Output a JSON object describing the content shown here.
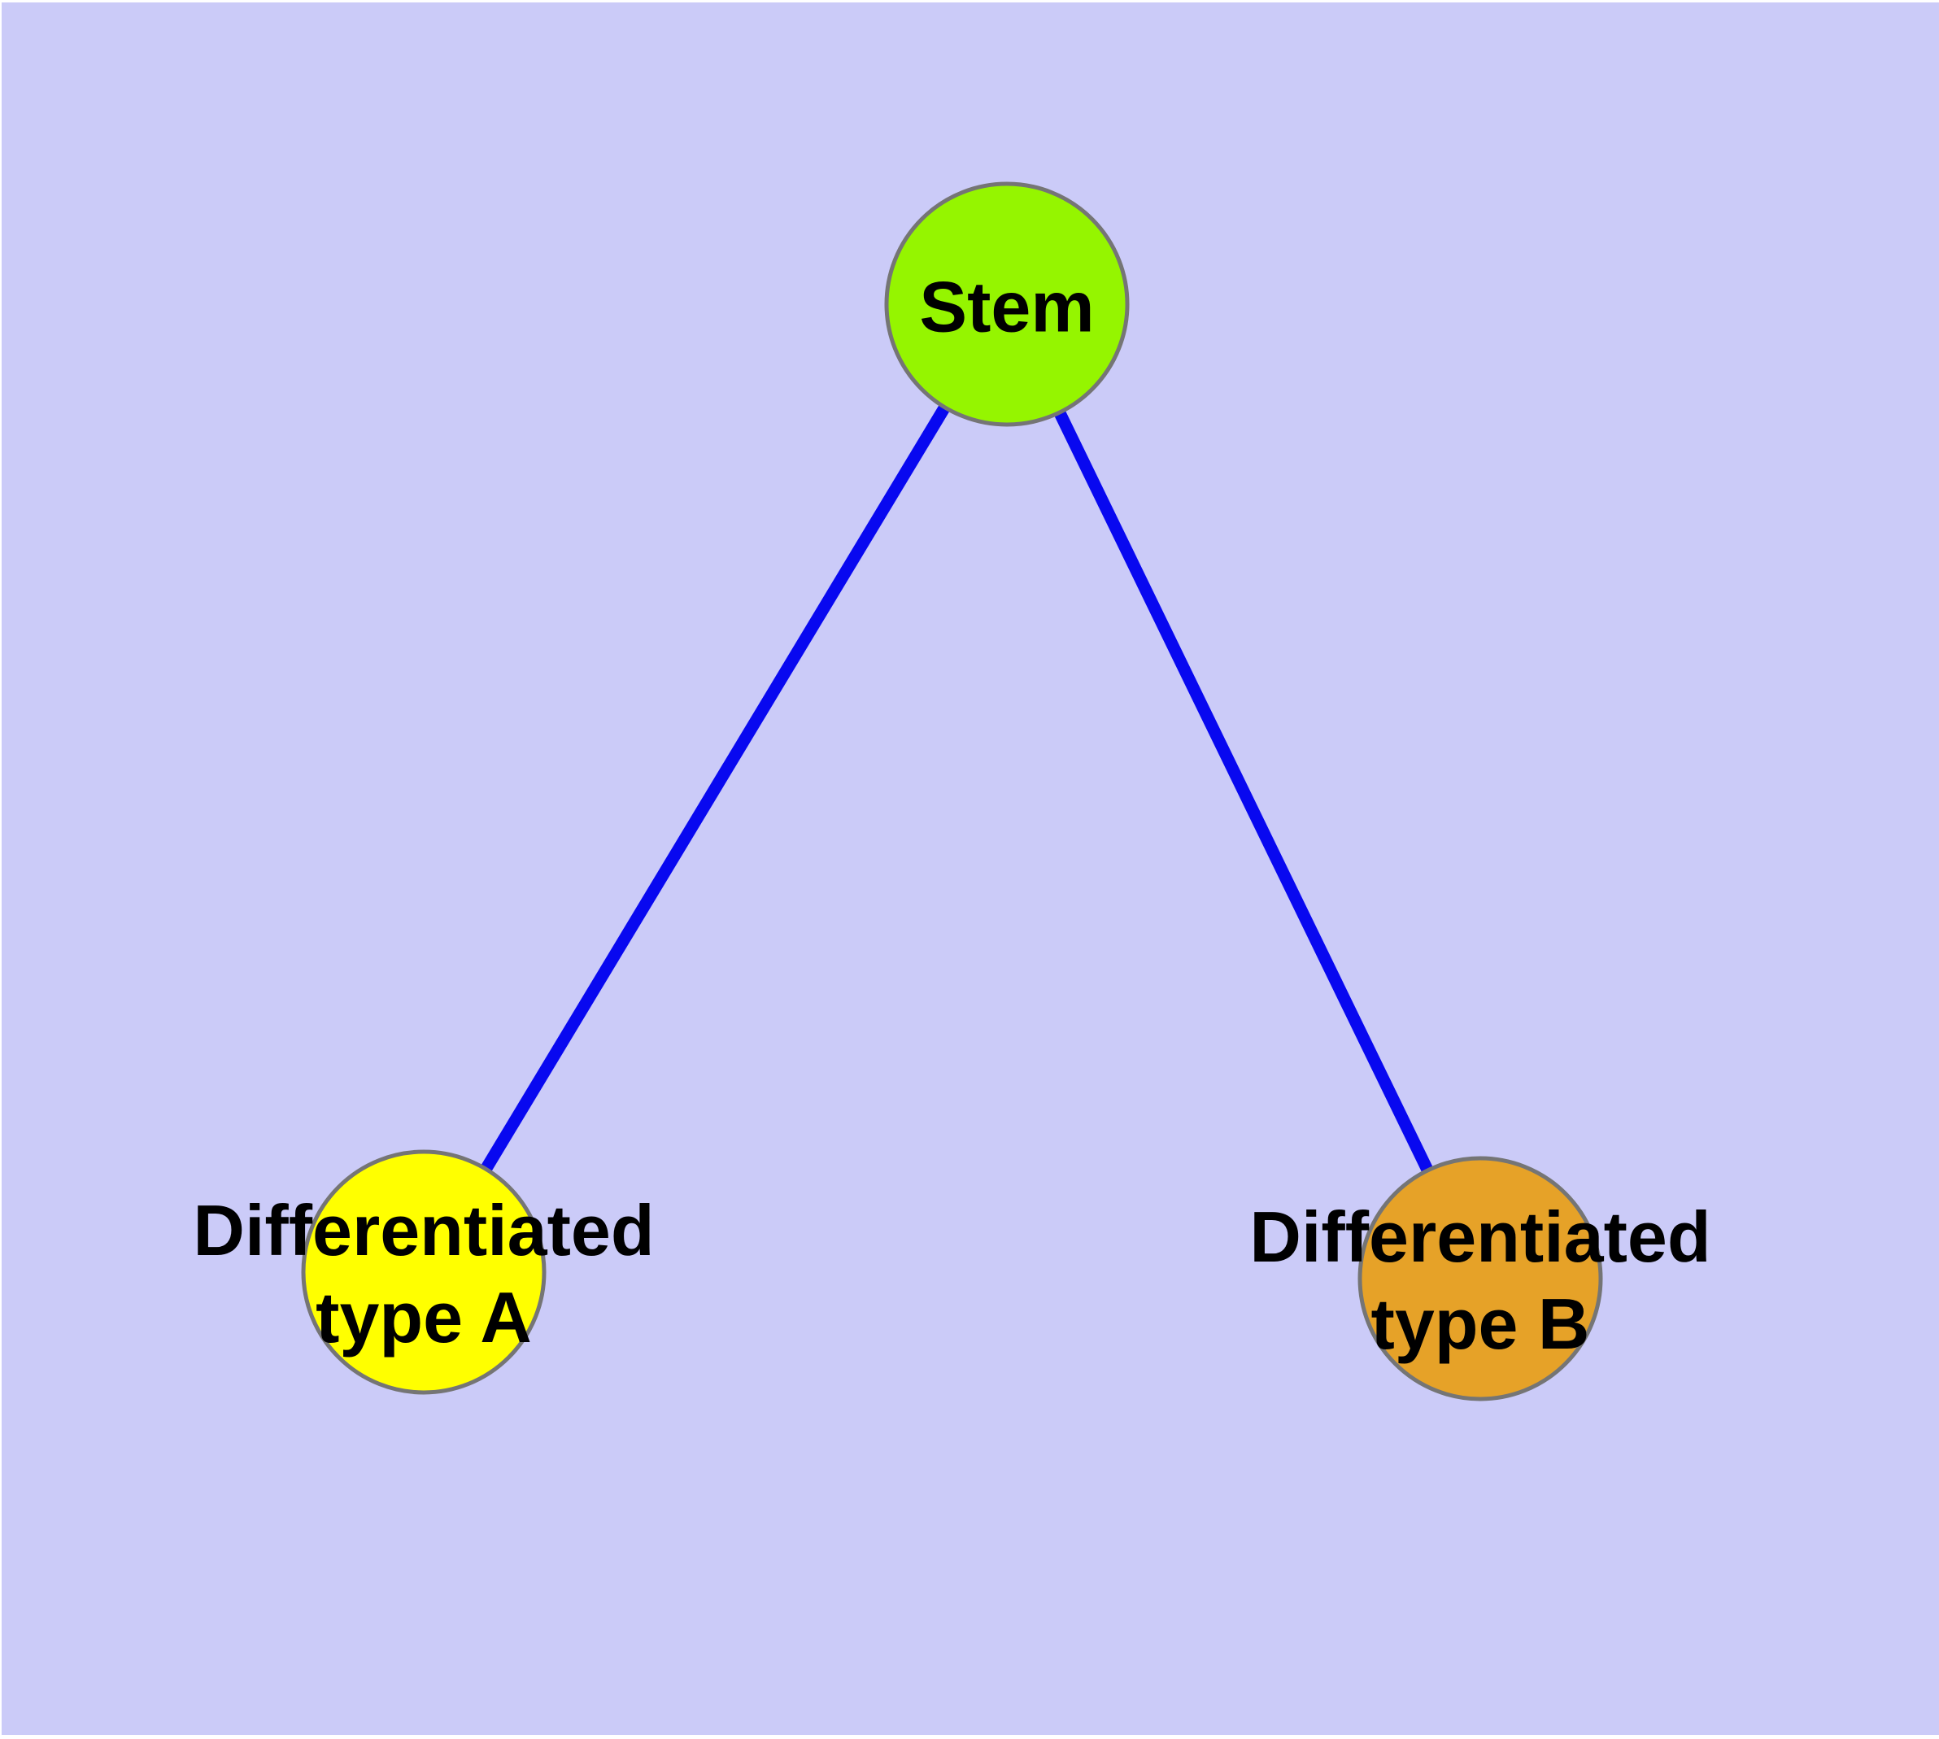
{
  "theme": {
    "page": "#FFFFFF",
    "background": "#CBCBF8",
    "edge": "#0808F0",
    "node-border": "#757575",
    "label-color": "#000000"
  },
  "diagram": {
    "type": "node-link-graph",
    "nodes": [
      {
        "id": "stem",
        "lines": [
          "Stem"
        ],
        "fill": "#95F500"
      },
      {
        "id": "differentiated-type-a",
        "lines": [
          "Differentiated",
          "type A"
        ],
        "fill": "#FFFF00"
      },
      {
        "id": "differentiated-type-b",
        "lines": [
          "Differentiated",
          "type B"
        ],
        "fill": "#E6A228"
      }
    ],
    "edges": [
      {
        "from": "stem",
        "to": "differentiated-type-a"
      },
      {
        "from": "stem",
        "to": "differentiated-type-b"
      }
    ]
  }
}
